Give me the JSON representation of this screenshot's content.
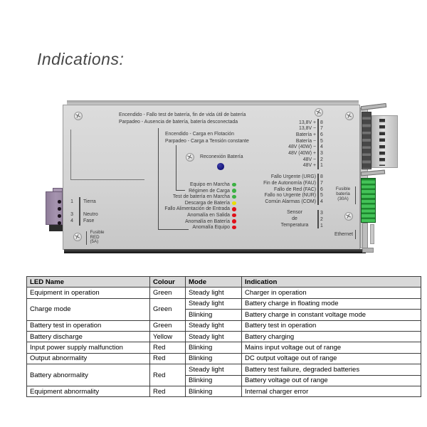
{
  "page": {
    "title": "Indications:"
  },
  "device": {
    "annotations": {
      "battery_fail": {
        "line1": "Encendido - Fallo test de batería, fin de vida útil de batería",
        "line2": "Parpadeo - Ausencia de batería, batería desconectada"
      },
      "charge_mode": {
        "line1": "Encendido - Carga en Flotación",
        "line2": "Parpadeo - Carga a Tensión constante"
      },
      "battery_reconnect": "Reconexión Batería"
    },
    "led_colors": {
      "green": "#3cb143",
      "yellow": "#e8df00",
      "red": "#e01019",
      "blue": "#14147a"
    },
    "leds": [
      {
        "label": "Equipo en Marcha",
        "color": "green"
      },
      {
        "label": "Régimen de Carga",
        "color": "green"
      },
      {
        "label": "Test de batería en Marcha",
        "color": "green"
      },
      {
        "label": "Descarga de Batería",
        "color": "yellow"
      },
      {
        "label": "Fallo Alimentación de Entrada",
        "color": "red"
      },
      {
        "label": "Anomalía en Salida",
        "color": "red"
      },
      {
        "label": "Anomalía en Batería",
        "color": "red"
      },
      {
        "label": "Anomalía Equipo",
        "color": "red"
      }
    ],
    "dc_terminals": [
      {
        "label": "13,8V +",
        "pin": "8"
      },
      {
        "label": "13,8V −",
        "pin": "7"
      },
      {
        "label": "Batería +",
        "pin": "6"
      },
      {
        "label": "Batería −",
        "pin": "5"
      },
      {
        "label": "48V (40W) −",
        "pin": "4"
      },
      {
        "label": "48V (40W) +",
        "pin": "3"
      },
      {
        "label": "48V −",
        "pin": "2"
      },
      {
        "label": "48V +",
        "pin": "1"
      }
    ],
    "alarm_terminals": [
      {
        "label": "Fallo Urgente (URG)",
        "pin": "8"
      },
      {
        "label": "Fin de Autonomía (FAU)",
        "pin": "7"
      },
      {
        "label": "Fallo de Red (FAC)",
        "pin": "6"
      },
      {
        "label": "Fallo no Urgente (NUR)",
        "pin": "5"
      },
      {
        "label": "Común Alarmas (COM)",
        "pin": "4"
      }
    ],
    "sensor_block": {
      "lines": [
        "Sensor",
        "de",
        "Temperatura"
      ],
      "pins": [
        "3",
        "2",
        "1"
      ]
    },
    "mains_terminals": [
      {
        "pin": "1",
        "label": "Tierra"
      },
      {
        "pin": "3",
        "label": "Neutro"
      },
      {
        "pin": "4",
        "label": "Fase"
      }
    ],
    "mains_fuse": [
      "Fusible",
      "RED",
      "(5A)"
    ],
    "battery_fuse": [
      "Fusible",
      "batería",
      "(30A)"
    ],
    "ethernet": "Ethernet"
  },
  "table": {
    "headers": [
      "LED Name",
      "Colour",
      "Mode",
      "Indication"
    ],
    "rows": [
      {
        "led": "Equipment in operation",
        "colour": "Green",
        "modes": [
          {
            "mode": "Steady light",
            "indication": "Charger in operation"
          }
        ]
      },
      {
        "led": "Charge mode",
        "colour": "Green",
        "modes": [
          {
            "mode": "Steady light",
            "indication": "Battery charge in floating mode"
          },
          {
            "mode": "Blinking",
            "indication": "Battery charge in constant voltage mode"
          }
        ]
      },
      {
        "led": "Battery test in operation",
        "colour": "Green",
        "modes": [
          {
            "mode": "Steady light",
            "indication": "Battery test in operation"
          }
        ]
      },
      {
        "led": "Battery discharge",
        "colour": "Yellow",
        "modes": [
          {
            "mode": "Steady light",
            "indication": "Battery charging"
          }
        ]
      },
      {
        "led": "Input power supply malfunction",
        "colour": "Red",
        "modes": [
          {
            "mode": "Blinking",
            "indication": "Mains input voltage out of range"
          }
        ]
      },
      {
        "led": "Output abnormality",
        "colour": "Red",
        "modes": [
          {
            "mode": "Blinking",
            "indication": "DC output voltage out of range"
          }
        ]
      },
      {
        "led": "Battery abnormality",
        "colour": "Red",
        "modes": [
          {
            "mode": "Steady light",
            "indication": "Battery test failure, degraded batteries"
          },
          {
            "mode": "Blinking",
            "indication": "Battery voltage out of range"
          }
        ]
      },
      {
        "led": "Equipment abnormality",
        "colour": "Red",
        "modes": [
          {
            "mode": "Blinking",
            "indication": "Internal charger error"
          }
        ]
      }
    ]
  }
}
